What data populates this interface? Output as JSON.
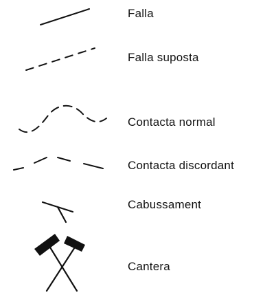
{
  "legend": {
    "items": [
      {
        "symbol": "fault-line-icon",
        "label": "Falla"
      },
      {
        "symbol": "supposed-fault-dashed-line-icon",
        "label": "Falla suposta"
      },
      {
        "symbol": "normal-contact-wavy-dashed-icon",
        "label": "Contacta normal"
      },
      {
        "symbol": "unconformable-contact-dashed-icon",
        "label": "Contacta discordant"
      },
      {
        "symbol": "dip-symbol-icon",
        "label": "Cabussament"
      },
      {
        "symbol": "quarry-crossed-hammers-icon",
        "label": "Cantera"
      }
    ]
  }
}
